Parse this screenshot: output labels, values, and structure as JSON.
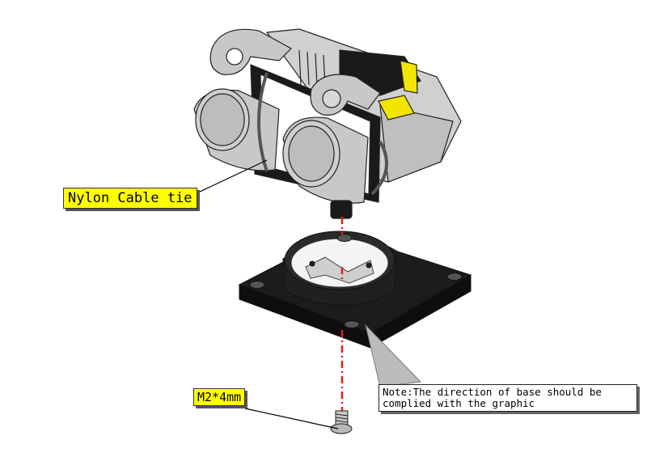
{
  "labels": {
    "cable_tie": "Nylon Cable tie",
    "screw": "M2*4mm",
    "note_line1": "Note:The direction of base should be",
    "note_line2": "complied with the graphic"
  },
  "colors": {
    "callout_fill": "#ffff00",
    "axis_line": "#e02020",
    "base_black": "#1a1a1a",
    "part_grey": "#c8c8c8"
  },
  "icons": {
    "assembly": "ultrasonic-sensor-module-icon",
    "base": "servo-base-mount-icon",
    "screw": "m2-screw-icon"
  }
}
